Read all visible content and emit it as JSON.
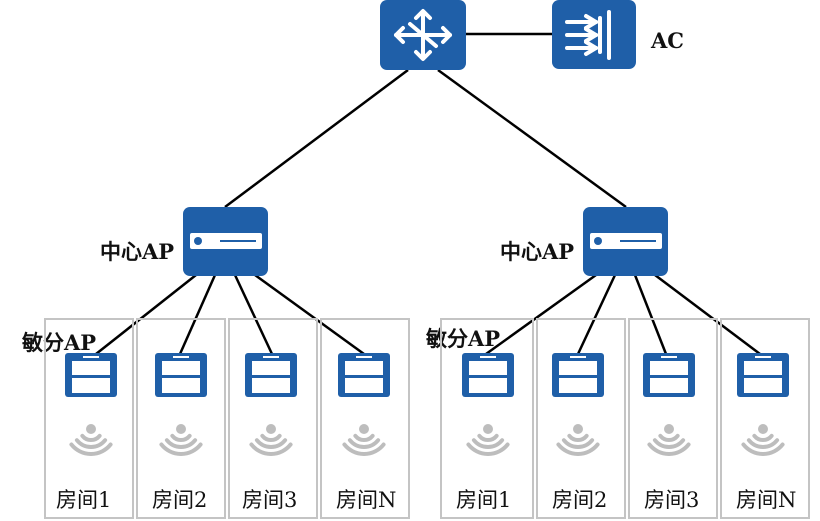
{
  "colors": {
    "device_blue": "#1f5fa8",
    "device_dark": "#134a86",
    "line": "#000000",
    "room_border": "#c4c4c4",
    "wifi": "#bdbdbd"
  },
  "top": {
    "router_icon": "router-icon",
    "controller_icon": "access-controller-icon",
    "controller_label": "AC"
  },
  "left_branch": {
    "central_label": "中心AP",
    "distributed_label": "敏分AP",
    "rooms": [
      "房间1",
      "房间2",
      "房间3",
      "房间N"
    ]
  },
  "right_branch": {
    "central_label": "中心AP",
    "distributed_label": "敏分AP",
    "rooms": [
      "房间1",
      "房间2",
      "房间3",
      "房间N"
    ]
  }
}
